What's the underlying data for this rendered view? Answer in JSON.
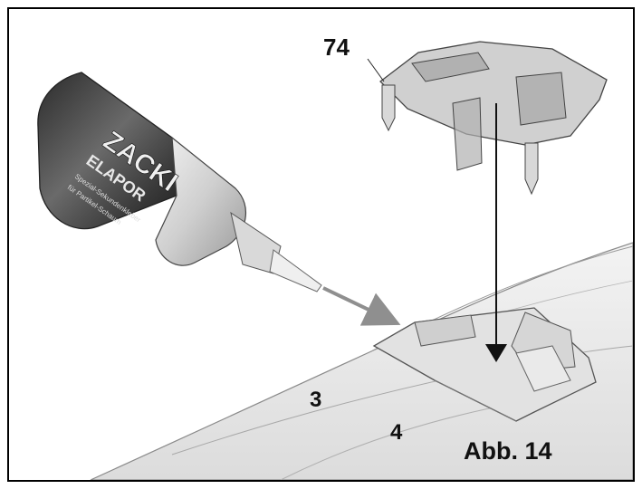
{
  "figure": {
    "caption": "Abb. 14",
    "part_labels": {
      "canopy_latch": "74",
      "fuselage_section_a": "3",
      "fuselage_section_b": "4"
    }
  },
  "bottle": {
    "brand": "ZACKI",
    "product": "ELAPOR",
    "sub_lines": [
      "Spezial-Sekundenkleber",
      "für Partikel-Schaum"
    ]
  },
  "colors": {
    "frame": "#000000",
    "arrow_glue": "#8f8f8f",
    "arrow_insert": "#111111",
    "fuselage": "#e6e6e6",
    "part_translucent": "#b9b9b9"
  }
}
